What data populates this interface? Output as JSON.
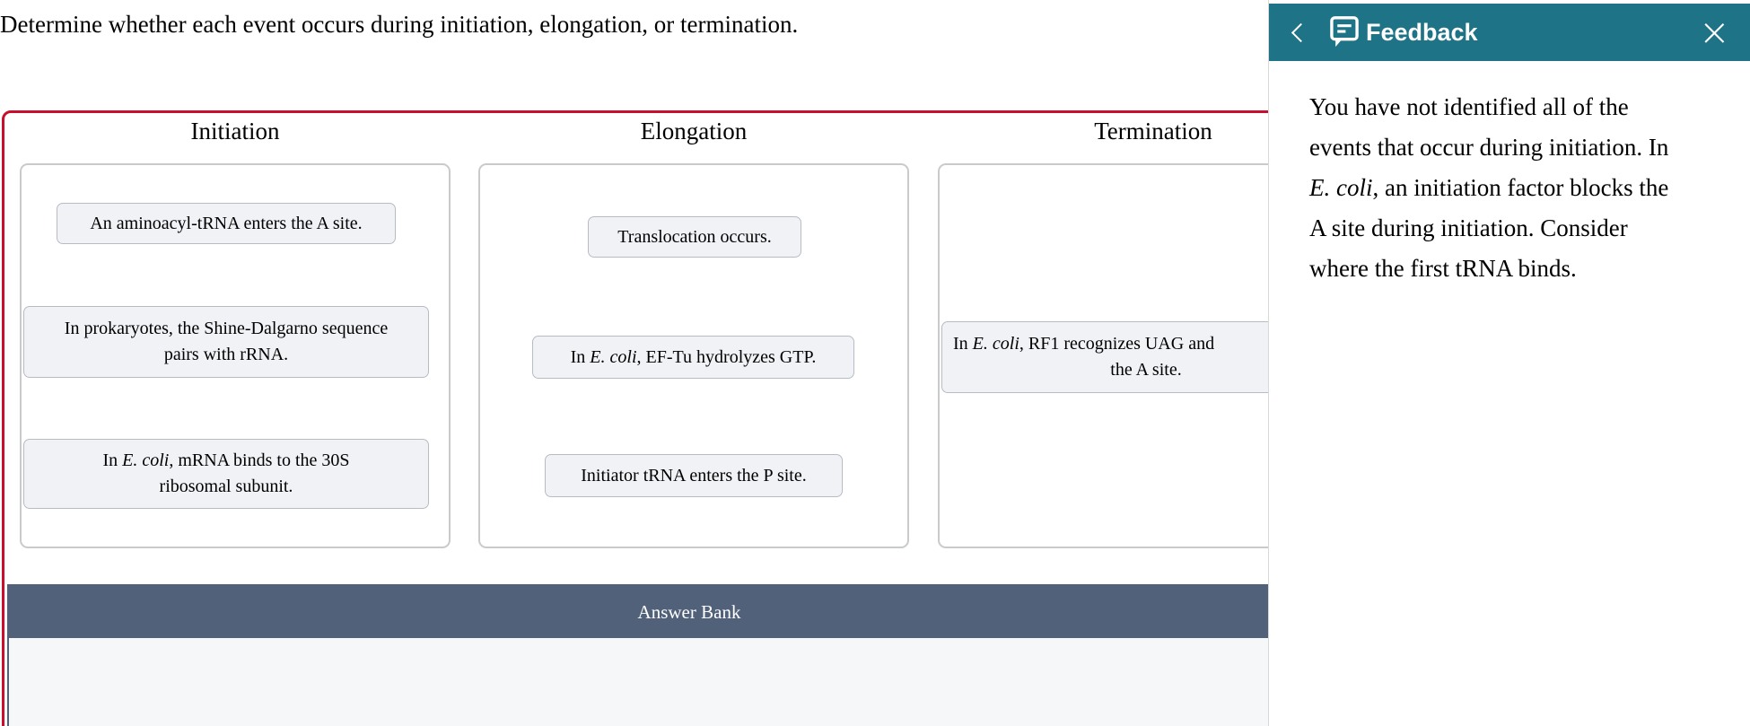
{
  "question": {
    "prompt": "Determine whether each event occurs during initiation, elongation, or termination."
  },
  "columns": [
    {
      "label": "Initiation",
      "chips": [
        {
          "lines": [
            [
              {
                "t": "An aminoacyl-tRNA enters the A site."
              }
            ]
          ]
        },
        {
          "lines": [
            [
              {
                "t": "In prokaryotes, the Shine-Dalgarno sequence"
              }
            ],
            [
              {
                "t": "pairs with rRNA."
              }
            ]
          ]
        },
        {
          "lines": [
            [
              {
                "t": "In "
              },
              {
                "t": "E. coli",
                "i": true
              },
              {
                "t": ", mRNA binds to the 30S"
              }
            ],
            [
              {
                "t": "ribosomal subunit."
              }
            ]
          ]
        }
      ]
    },
    {
      "label": "Elongation",
      "chips": [
        {
          "lines": [
            [
              {
                "t": "Translocation occurs."
              }
            ]
          ]
        },
        {
          "lines": [
            [
              {
                "t": "In "
              },
              {
                "t": "E. coli",
                "i": true
              },
              {
                "t": ", EF-Tu hydrolyzes GTP."
              }
            ]
          ]
        },
        {
          "lines": [
            [
              {
                "t": "Initiator tRNA enters the P site."
              }
            ]
          ]
        }
      ]
    },
    {
      "label": "Termination",
      "chips": [
        {
          "lines": [
            [
              {
                "t": "In "
              },
              {
                "t": "E. coli",
                "i": true
              },
              {
                "t": ", RF1 recognizes UAG and"
              }
            ],
            [
              {
                "t": "the A site."
              }
            ]
          ]
        }
      ]
    }
  ],
  "answer_bank": {
    "label": "Answer Bank"
  },
  "feedback": {
    "title": "Feedback",
    "close_icon": "×",
    "lines": [
      [
        {
          "t": "You have not identified all of the"
        }
      ],
      [
        {
          "t": "events that occur during initiation. In"
        }
      ],
      [
        {
          "t": "E. coli",
          "i": true
        },
        {
          "t": ", an initiation factor blocks the"
        }
      ],
      [
        {
          "t": "A site during initiation. Consider"
        }
      ],
      [
        {
          "t": "where the first tRNA binds."
        }
      ]
    ]
  },
  "colors": {
    "activity_border": "#c8102e",
    "feedback_header": "#1e7386",
    "answer_bank_header": "#52617a",
    "chip_background": "#f0f2f6"
  }
}
